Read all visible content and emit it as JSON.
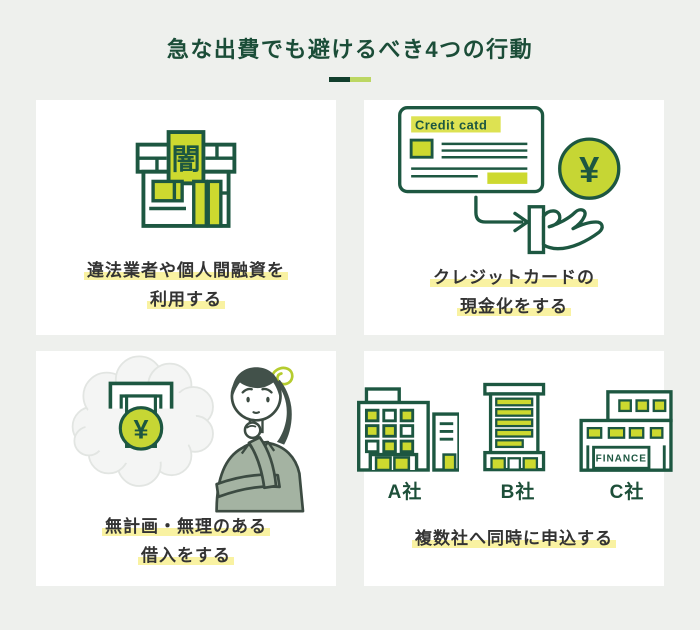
{
  "colors": {
    "page_bg": "#eef0ed",
    "panel_bg": "#ffffff",
    "title_green": "#1b4d38",
    "icon_outline_green": "#1d5741",
    "lime": "#cdd92f",
    "coin_lime": "#c6d634",
    "divider_dark": "#123f2d",
    "divider_light": "#bcd763",
    "caption_text": "#333333",
    "caption_highlight": "#f9f2a2",
    "card_label_highlight": "#dde252",
    "hair": "#42514a",
    "jacket_sage": "#a4b3a2",
    "squiggle": "#b5cc2e"
  },
  "header": {
    "title": "急な出費でも避けるべき4つの行動"
  },
  "panels": [
    {
      "name": "illegal-lenders",
      "icon": "yami-storefront-icon",
      "sign_text": "闇",
      "caption_line1": "違法業者や個人間融資を",
      "caption_line2": "利用する"
    },
    {
      "name": "credit-card-cashing",
      "icon": "credit-card-cash-hand-icon",
      "card_label": "Credit catd",
      "coin_symbol": "¥",
      "caption_line1": "クレジットカードの",
      "caption_line2": "現金化をする"
    },
    {
      "name": "unplanned-borrowing",
      "icon": "thinking-woman-atm-icon",
      "coin_symbol": "¥",
      "caption_line1": "無計画・無理のある",
      "caption_line2": "借入をする"
    },
    {
      "name": "multiple-applications",
      "icon": "three-company-buildings-icon",
      "building_labels": [
        "A社",
        "B社",
        "C社"
      ],
      "finance_sign": "FINANCE",
      "caption_line1": "複数社へ同時に申込する"
    }
  ]
}
